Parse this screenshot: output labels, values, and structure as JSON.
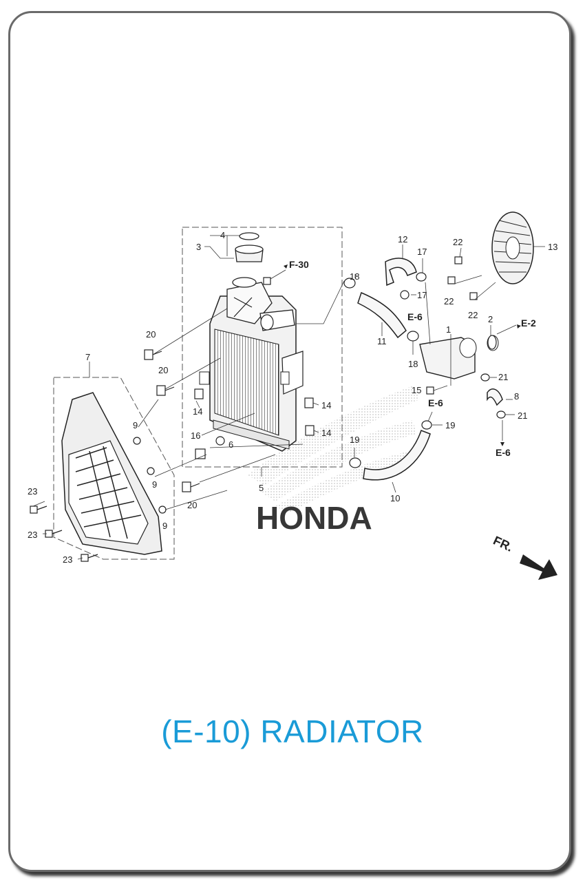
{
  "title": "(E-10) RADIATOR",
  "watermark": "HONDA",
  "accent_color": "#1a9bd7",
  "direction_label": "FR.",
  "refs": {
    "f30": "F-30",
    "e6_a": "E-6",
    "e6_b": "E-6",
    "e6_c": "E-6",
    "e2": "E-2"
  },
  "callouts": {
    "c1": "1",
    "c2": "2",
    "c3": "3",
    "c4": "4",
    "c5": "5",
    "c6": "6",
    "c7": "7",
    "c8": "8",
    "c9a": "9",
    "c9b": "9",
    "c9c": "9",
    "c10": "10",
    "c11": "11",
    "c12": "12",
    "c13": "13",
    "c14a": "14",
    "c14b": "14",
    "c14c": "14",
    "c15": "15",
    "c16": "16",
    "c17a": "17",
    "c17b": "17",
    "c18a": "18",
    "c18b": "18",
    "c19a": "19",
    "c19b": "19",
    "c20a": "20",
    "c20b": "20",
    "c20c": "20",
    "c21a": "21",
    "c21b": "21",
    "c22a": "22",
    "c22b": "22",
    "c22c": "22",
    "c23a": "23",
    "c23b": "23",
    "c23c": "23"
  }
}
